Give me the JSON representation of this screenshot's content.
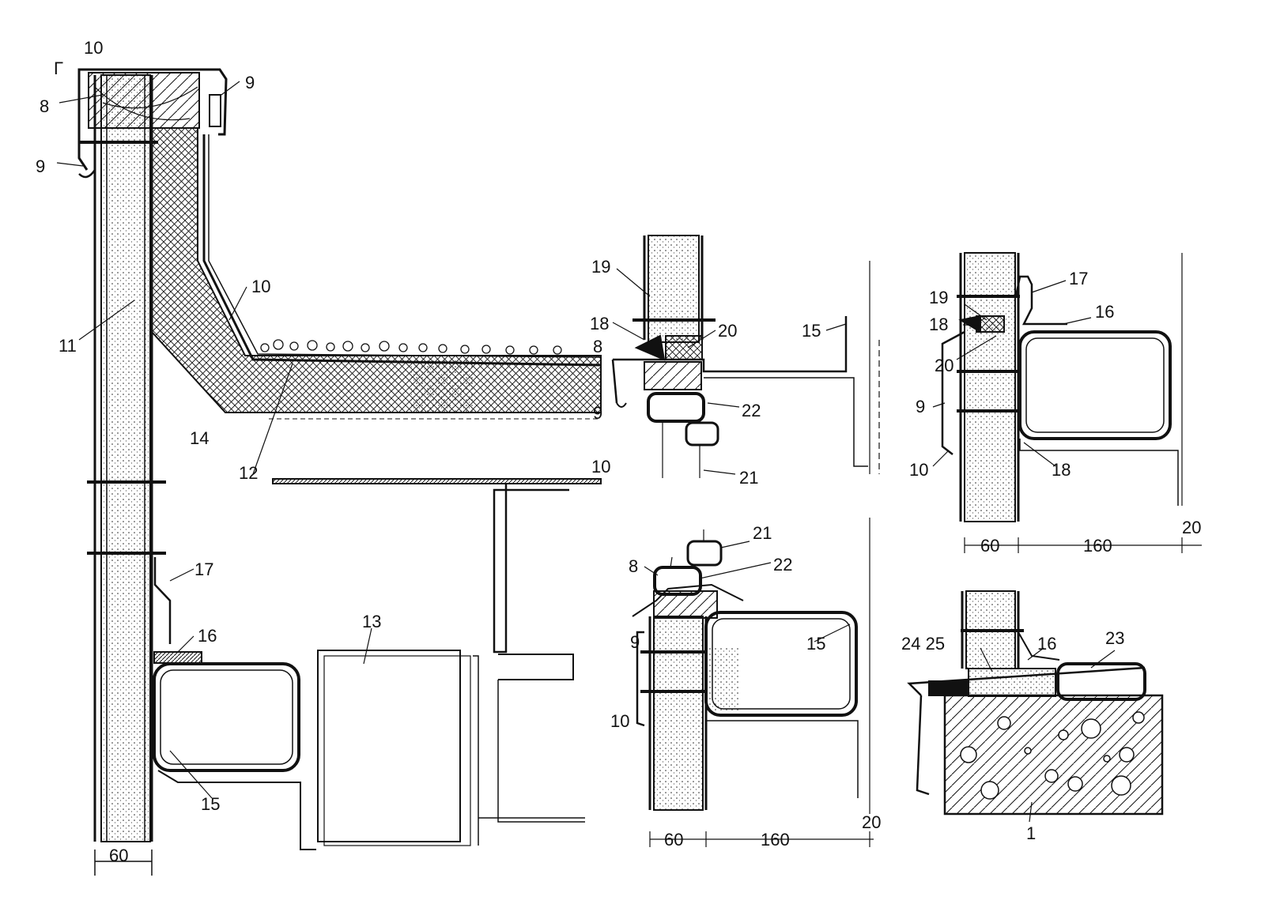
{
  "labels": {
    "main": {
      "g": "Г",
      "n10a": "10",
      "n9a": "9",
      "n8": "8",
      "n9b": "9",
      "n10b": "10",
      "n11": "11",
      "n14": "14",
      "n12": "12",
      "n17": "17",
      "n16": "16",
      "n15": "15",
      "n13": "13"
    },
    "d1": {
      "n19": "19",
      "n18": "18",
      "n20": "20",
      "n15": "15",
      "n8": "8",
      "n9": "9",
      "n22": "22",
      "n10": "10",
      "n21": "21"
    },
    "d2": {
      "n17": "17",
      "n19": "19",
      "n16": "16",
      "n18a": "18",
      "n20": "20",
      "n9": "9",
      "n10": "10",
      "n18b": "18"
    },
    "d3": {
      "n21": "21",
      "n8": "8",
      "n22": "22",
      "n9": "9",
      "n15": "15",
      "n10": "10"
    },
    "d4": {
      "n24_25": "24 25",
      "n16": "16",
      "n23": "23",
      "n1": "1"
    }
  },
  "dimensions": {
    "main_width": "60",
    "d2": [
      "60",
      "160",
      "20"
    ],
    "d3": [
      "60",
      "160",
      "20"
    ]
  },
  "colors": {
    "ink": "#111111",
    "paper": "#ffffff"
  }
}
